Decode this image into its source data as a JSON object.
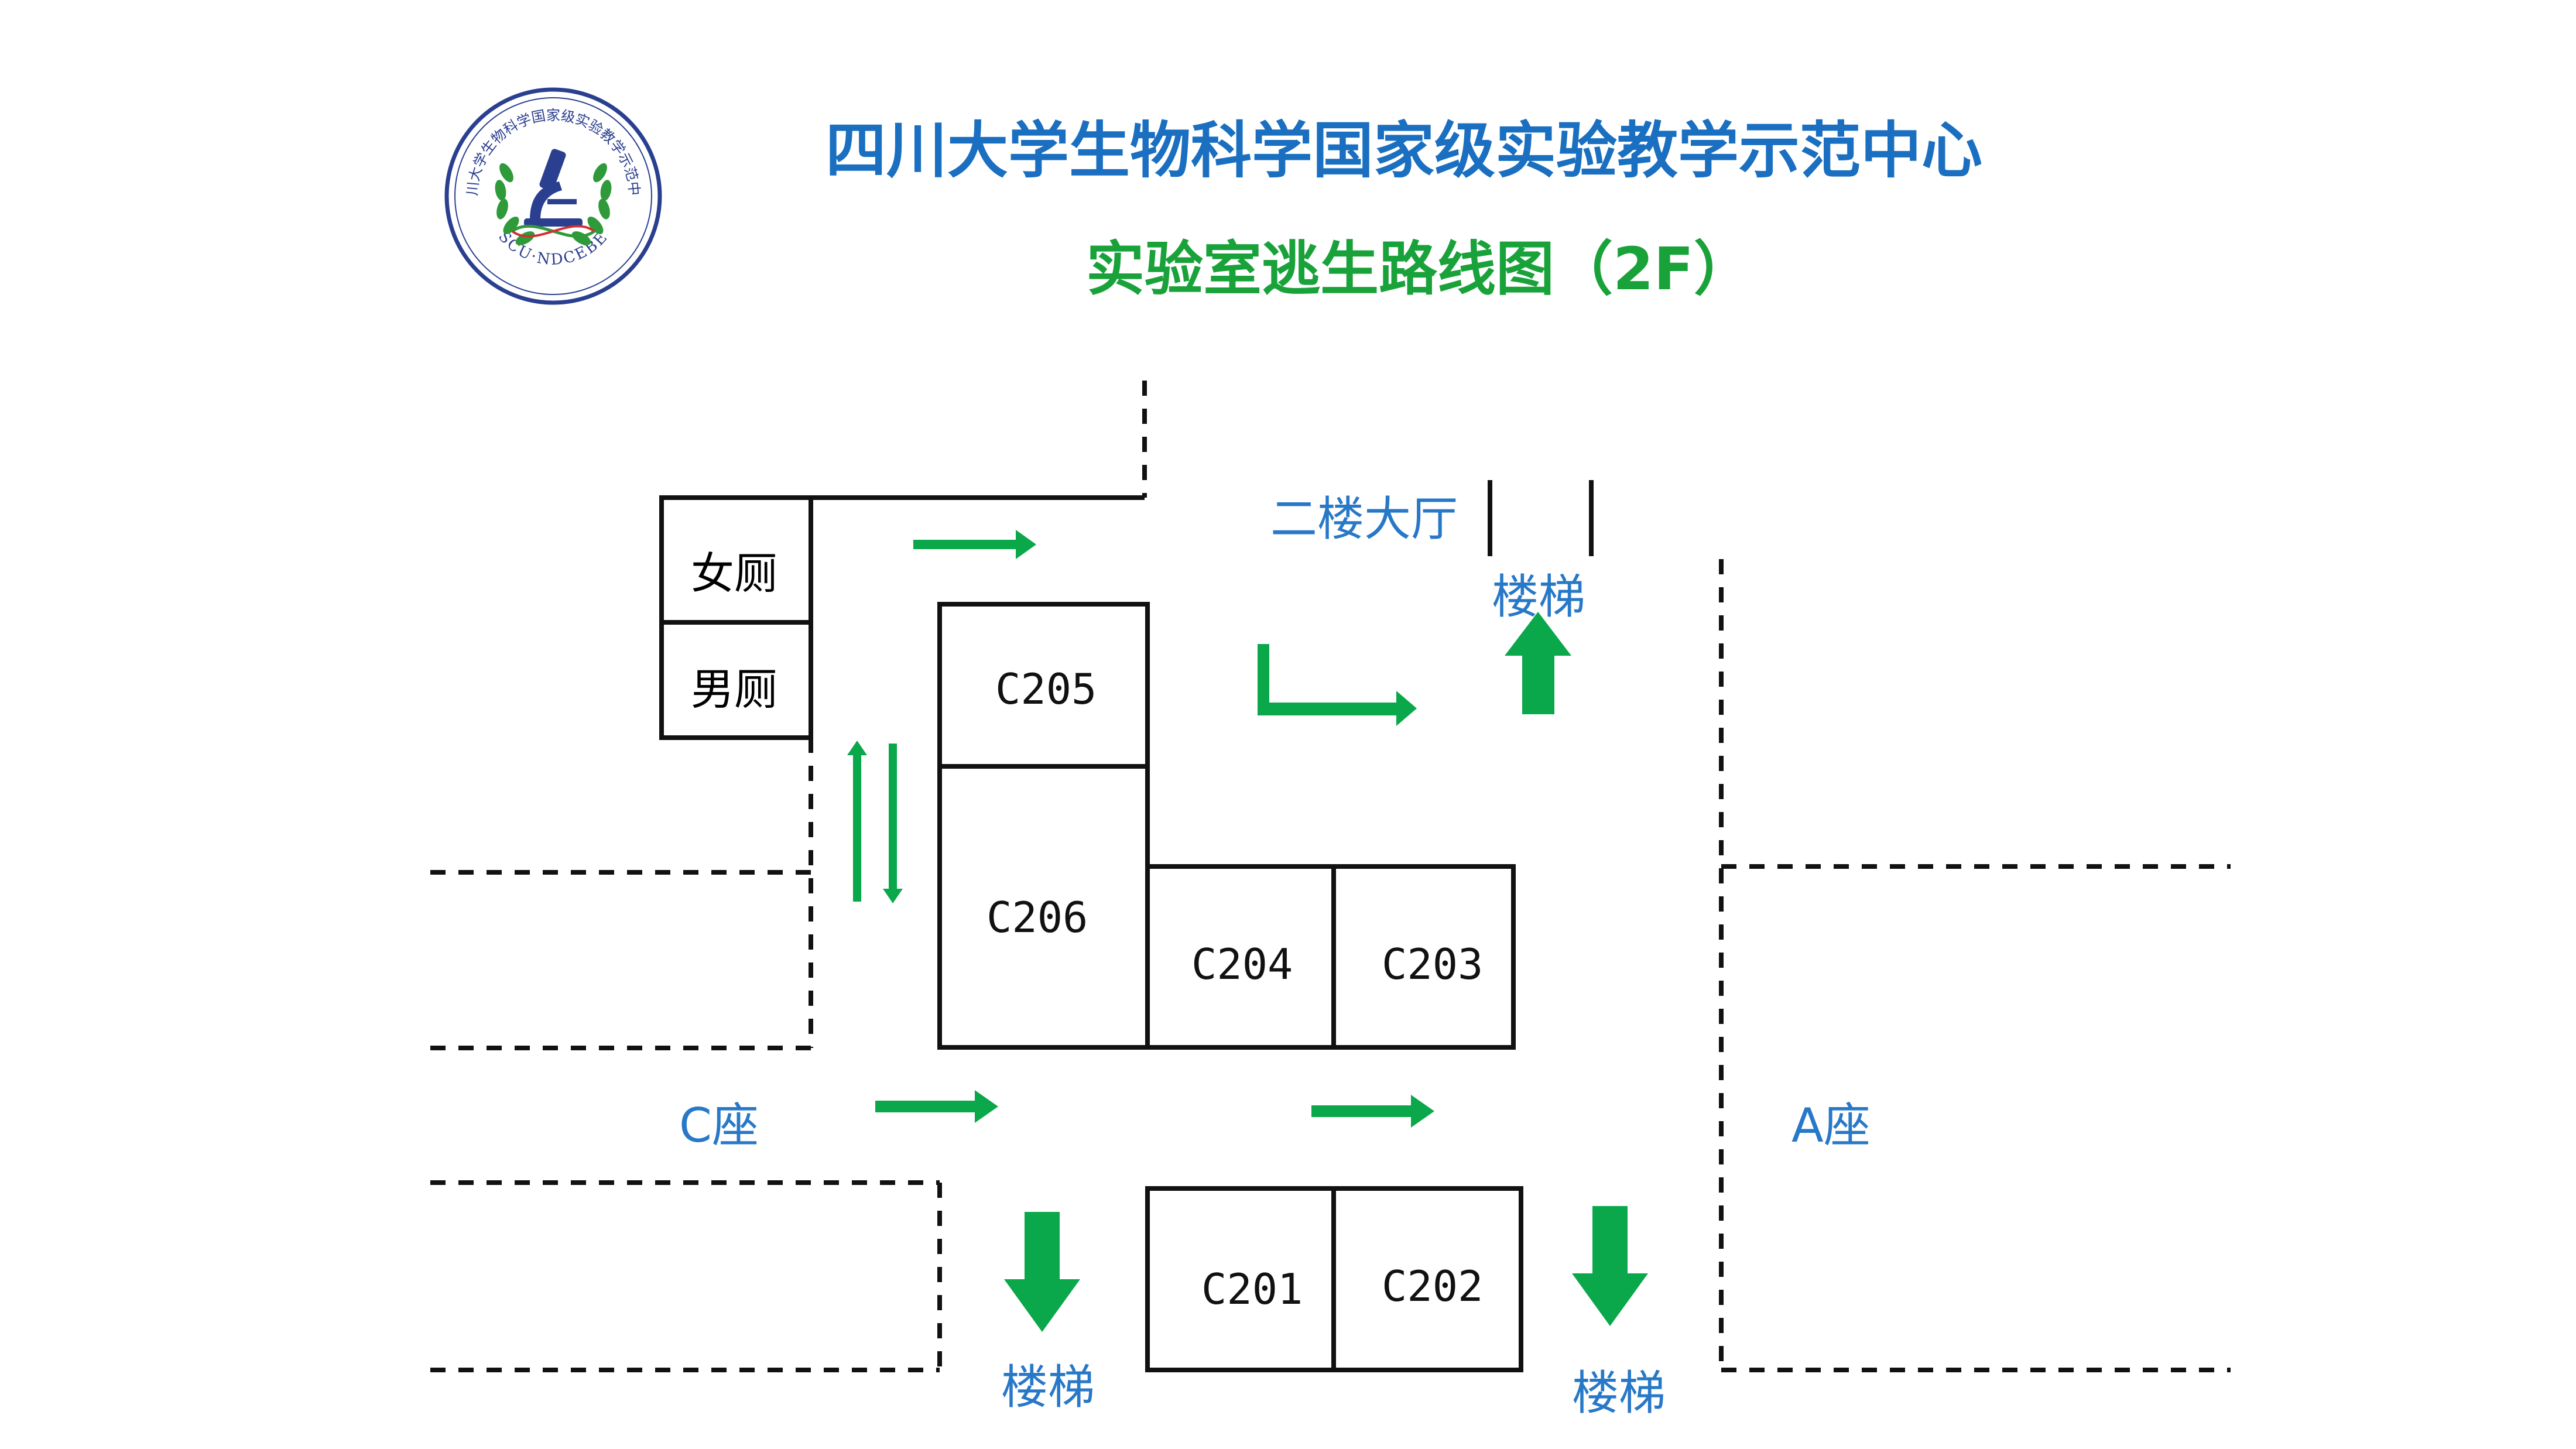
{
  "header": {
    "title": "四川大学生物科学国家级实验教学示范中心",
    "subtitle": "实验室逃生路线图（2F）"
  },
  "logo": {
    "ring_text": "四川大学生物科学国家级实验教学示范中心",
    "bottom_text": "SCU·NDCEBE"
  },
  "rooms": {
    "c205": "C205",
    "c206": "C206",
    "c204": "C204",
    "c203": "C203",
    "c201": "C201",
    "c202": "C202",
    "womens_restroom": "女厕",
    "mens_restroom": "男厕"
  },
  "labels": {
    "second_floor_hall": "二楼大厅",
    "stairs_top": "楼梯",
    "stairs_bottom_left": "楼梯",
    "stairs_bottom_right": "楼梯",
    "wing_c": "C座",
    "wing_a": "A座"
  },
  "colors": {
    "title_blue": "#1a6fc1",
    "subtitle_green": "#19a23a",
    "arrow_green": "#0aa84a",
    "label_blue": "#2878c8",
    "wall": "#111111",
    "logo_navy": "#2a3f8f"
  },
  "icons": {
    "route_arrow": "arrow-right-icon",
    "exit_arrow_up": "arrow-up-icon",
    "exit_arrow_down": "arrow-down-icon",
    "logo_emblem": "microscope-laurel-emblem"
  }
}
